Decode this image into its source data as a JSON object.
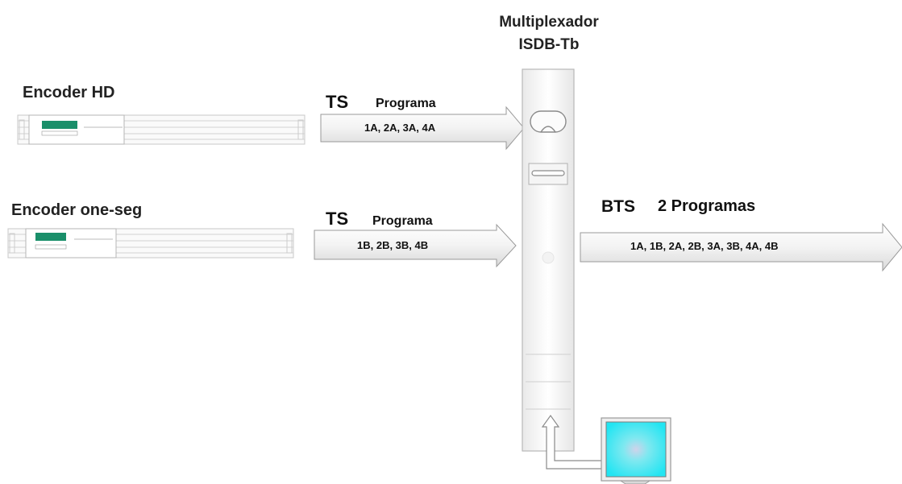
{
  "mux": {
    "title_line1": "Multiplexador",
    "title_line2": "ISDB-Tb"
  },
  "encoders": [
    {
      "label": "Encoder HD",
      "stream_tag": "TS",
      "stream_title": "Programa",
      "stream_content": "1A, 2A, 3A, 4A"
    },
    {
      "label": "Encoder one-seg",
      "stream_tag": "TS",
      "stream_title": "Programa",
      "stream_content": "1B, 2B, 3B, 4B"
    }
  ],
  "output": {
    "tag": "BTS",
    "title": "2 Programas",
    "content": "1A, 1B, 2A, 2B, 3A, 3B, 4A, 4B"
  },
  "colors": {
    "accent_green": "#1a8f6a",
    "monitor_cyan": "#33e6f0",
    "arrow_fill": "#eeeeee",
    "arrow_stroke": "#999999"
  }
}
